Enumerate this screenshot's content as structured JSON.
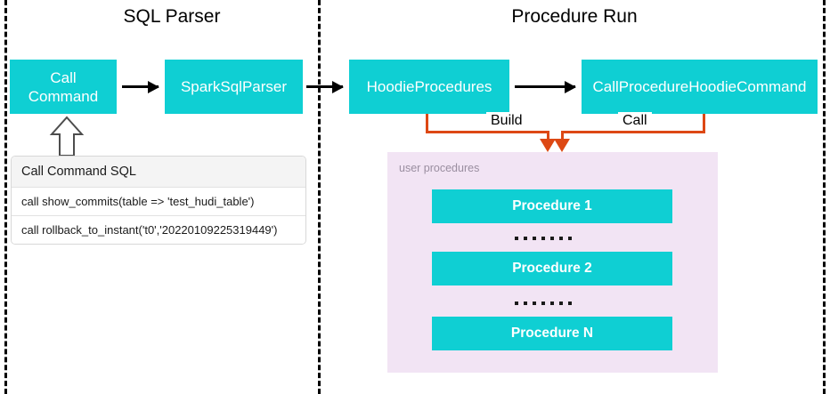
{
  "sections": [
    {
      "title": "SQL Parser"
    },
    {
      "title": "Procedure Run"
    }
  ],
  "flow": {
    "boxes": [
      {
        "id": "call-command",
        "label": "Call\nCommand"
      },
      {
        "id": "spark-sql-parser",
        "label": "SparkSqlParser"
      },
      {
        "id": "hoodie-procedures",
        "label": "HoodieProcedures"
      },
      {
        "id": "call-procedure-hoodie-command",
        "label": "CallProcedureHoodieCommand"
      }
    ]
  },
  "sql_listing": {
    "header": "Call Command SQL",
    "rows": [
      "call show_commits(table => 'test_hudi_table')",
      "call rollback_to_instant('t0','20220109225319449')"
    ]
  },
  "connectors": {
    "build_label": "Build",
    "call_label": "Call"
  },
  "procedures_panel": {
    "label": "user procedures",
    "items": [
      {
        "label": "Procedure 1"
      },
      {
        "label": "Procedure 2"
      },
      {
        "label": "Procedure N"
      }
    ],
    "ellipsis_dots": 7
  },
  "colors": {
    "teal": "#0fcfd3",
    "orange": "#dd4814",
    "panel": "#f2e4f4",
    "divider": "#000000",
    "label_muted": "#9a8ea0"
  }
}
